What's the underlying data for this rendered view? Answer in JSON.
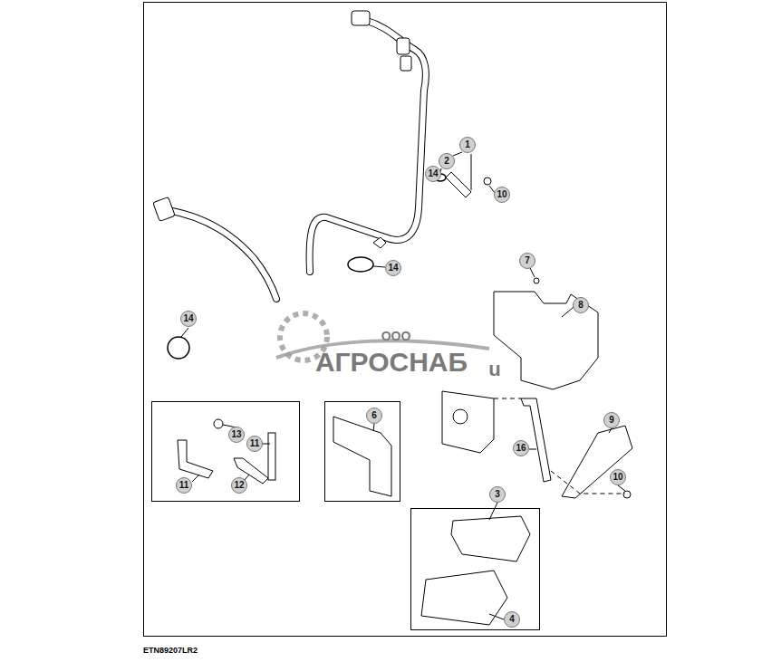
{
  "diagram": {
    "caption": "ETN89207LR2",
    "labels": [
      "1",
      "2",
      "14",
      "10",
      "14",
      "14",
      "7",
      "8",
      "13",
      "11",
      "11",
      "12",
      "6",
      "3",
      "4",
      "16",
      "9",
      "10",
      "ООО",
      "АГРОСНАБ",
      "u"
    ]
  }
}
